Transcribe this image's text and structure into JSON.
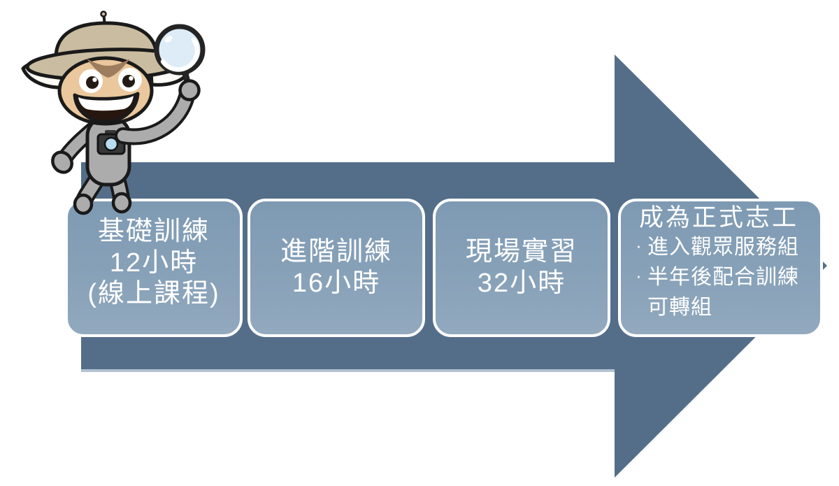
{
  "diagram": {
    "description": "Volunteer training process flow arrow diagram",
    "colors": {
      "arrow_fill": "#546e8a",
      "arrow_bottom_highlight": "#a5b7c8",
      "box_fill_top": "#7e9ab3",
      "box_fill_bottom": "#92a9be",
      "box_border": "#ffffff",
      "text": "#ffffff"
    },
    "mascot": {
      "description": "cartoon explorer mascot wearing pith helmet and camera, holding magnifying glass"
    },
    "stages": [
      {
        "lines": [
          "基礎訓練",
          "12小時",
          "(線上課程)"
        ]
      },
      {
        "lines": [
          "進階訓練",
          "16小時"
        ]
      },
      {
        "lines": [
          "現場實習",
          "32小時"
        ]
      },
      {
        "title": "成為正式志工",
        "items": [
          {
            "bullet": "·",
            "text": "進入觀眾服務組"
          },
          {
            "bullet": "·",
            "text": "半年後配合訓練"
          },
          {
            "bullet": "",
            "text": "可轉組"
          }
        ]
      }
    ]
  }
}
